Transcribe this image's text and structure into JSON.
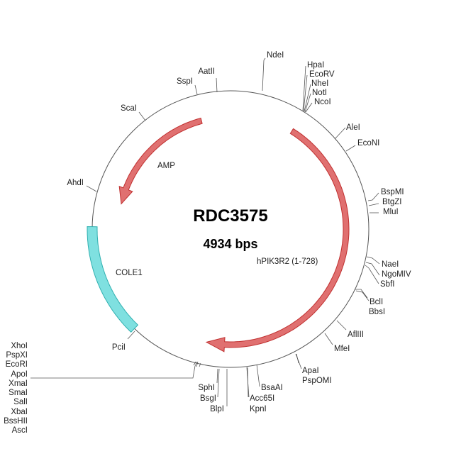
{
  "plasmid": {
    "name": "RDC3575",
    "size": "4934 bps"
  },
  "features": [
    {
      "label": "hPIK3R2 (1-728)",
      "color": "#e07070",
      "stroke": "#c03030"
    },
    {
      "label": "AMP",
      "color": "#e07070",
      "stroke": "#c03030"
    },
    {
      "label": "COLE1",
      "color": "#7fe0e0",
      "stroke": "#30b0b0"
    }
  ],
  "sites": {
    "ndei": "NdeI",
    "hpai": "HpaI",
    "ecorv": "EcoRV",
    "nhei": "NheI",
    "noti": "NotI",
    "ncoi": "NcoI",
    "alei": "AleI",
    "econi": "EcoNI",
    "bspmi": "BspMI",
    "btgzi": "BtgZI",
    "mlui": "MluI",
    "naei": "NaeI",
    "ngomiv": "NgoMIV",
    "sbfi": "SbfI",
    "bcli": "BclI",
    "bbsi": "BbsI",
    "afliii": "AflIII",
    "mfei": "MfeI",
    "apai": "ApaI",
    "psppomi": "PspOMI",
    "bsaai": "BsaAI",
    "acc65i": "Acc65I",
    "kpni": "KpnI",
    "sphi": "SphI",
    "bsgi": "BsgI",
    "blpi": "BlpI",
    "pcii": "PciI",
    "ahdi": "AhdI",
    "scai": "ScaI",
    "sspi": "SspI",
    "aatii": "AatII",
    "left": [
      "XhoI",
      "PspXI",
      "EcoRI",
      "ApoI",
      "XmaI",
      "SmaI",
      "SalI",
      "XbaI",
      "BssHII",
      "AscI"
    ]
  }
}
